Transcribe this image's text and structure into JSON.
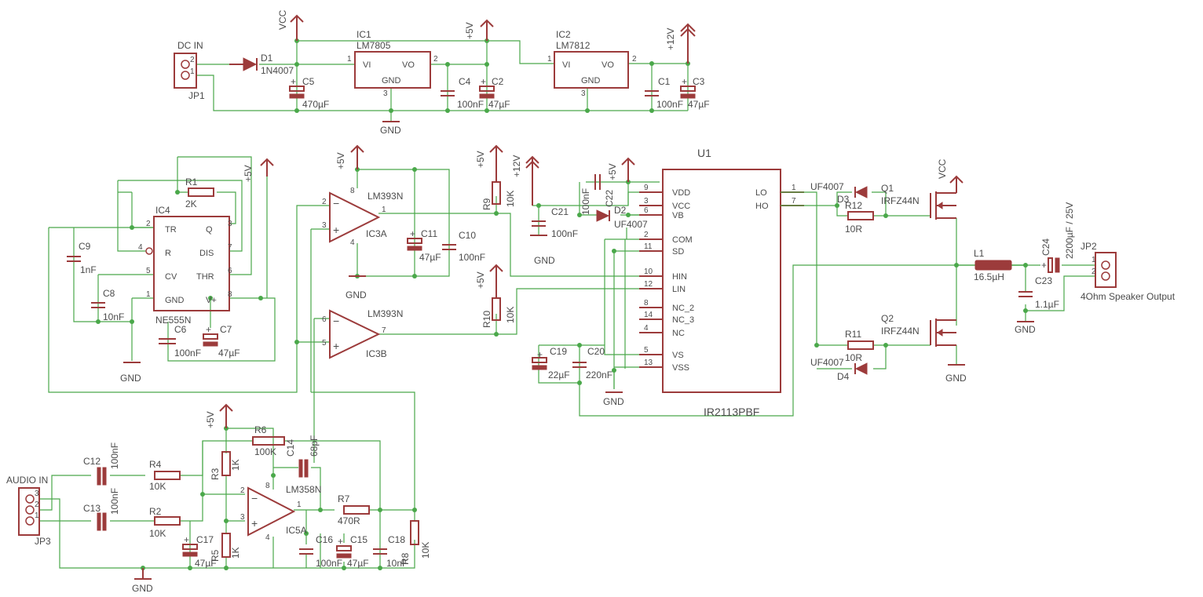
{
  "supply": {
    "dc_in": "DC IN",
    "jp1": "JP1",
    "d1": "D1",
    "d1_val": "1N4007",
    "ic1": "IC1",
    "ic1_val": "LM7805",
    "ic2": "IC2",
    "ic2_val": "LM7812",
    "vi": "VI",
    "vo": "VO",
    "gnd_pin": "GND",
    "c5": "C5",
    "c5_val": "470µF",
    "c4": "C4",
    "c4_val": "100nF",
    "c2": "C2",
    "c2_val": "47µF",
    "c1": "C1",
    "c1_val": "100nF",
    "c3": "C3",
    "c3_val": "47µF",
    "vcc": "VCC",
    "p5v": "+5V",
    "p12v": "+12V",
    "gnd": "GND"
  },
  "timer": {
    "ic4": "IC4",
    "ic4_val": "NE555N",
    "r1": "R1",
    "r1_val": "2K",
    "tr": "TR",
    "q": "Q",
    "r": "R",
    "dis": "DIS",
    "cv": "CV",
    "thr": "THR",
    "gnd_pin": "GND",
    "vplus": "V+",
    "c9": "C9",
    "c9_val": "1nF",
    "c8": "C8",
    "c8_val": "10nF",
    "c6": "C6",
    "c6_val": "100nF",
    "c7": "C7",
    "c7_val": "47µF"
  },
  "comparator": {
    "ic3a_part": "LM393N",
    "ic3a": "IC3A",
    "ic3b_part": "LM393N",
    "ic3b": "IC3B",
    "c11": "C11",
    "c11_val": "47µF",
    "c10": "C10",
    "c10_val": "100nF",
    "r9": "R9",
    "r9_val": "10K",
    "r10": "R10",
    "r10_val": "10K"
  },
  "driver": {
    "u1": "U1",
    "u1_val": "IR2113PBF",
    "pins_left": [
      {
        "num": "9",
        "name": "VDD"
      },
      {
        "num": "3",
        "name": "VCC"
      },
      {
        "num": "6",
        "name": "VB"
      },
      {
        "num": "2",
        "name": "COM"
      },
      {
        "num": "11",
        "name": "SD"
      },
      {
        "num": "10",
        "name": "HIN"
      },
      {
        "num": "12",
        "name": "LIN"
      },
      {
        "num": "8",
        "name": "NC_2"
      },
      {
        "num": "14",
        "name": "NC_3"
      },
      {
        "num": "4",
        "name": "NC"
      },
      {
        "num": "5",
        "name": "VS"
      },
      {
        "num": "13",
        "name": "VSS"
      }
    ],
    "pins_right": [
      {
        "num": "1",
        "name": "LO"
      },
      {
        "num": "7",
        "name": "HO"
      }
    ],
    "c21": "C21",
    "c21_val": "100nF",
    "c22": "C22",
    "c22_val": "100nF",
    "d2": "D2",
    "d2_val": "UF4007",
    "c19": "C19",
    "c19_val": "22µF",
    "c20": "C20",
    "c20_val": "220nF"
  },
  "output": {
    "d3": "D3",
    "d3_val": "UF4007",
    "d4": "D4",
    "d4_val": "UF4007",
    "r12": "R12",
    "r12_val": "10R",
    "r11": "R11",
    "r11_val": "10R",
    "q1": "Q1",
    "q1_val": "IRFZ44N",
    "q2": "Q2",
    "q2_val": "IRFZ44N",
    "l1": "L1",
    "l1_val": "16.5µH",
    "c24": "C24",
    "c24_val": "2200µF / 25V",
    "c23": "C23",
    "c23_val": "1.1µF",
    "jp2": "JP2",
    "jp2_label": "4Ohm Speaker Output"
  },
  "input": {
    "audio_in": "AUDIO IN",
    "jp3": "JP3",
    "c12": "C12",
    "c12_val": "100nF",
    "c13": "C13",
    "c13_val": "100nF",
    "r4": "R4",
    "r4_val": "10K",
    "r2": "R2",
    "r2_val": "10K",
    "r3": "R3",
    "r3_val": "1K",
    "r5": "R5",
    "r5_val": "1K",
    "r6": "R6",
    "r6_val": "100K",
    "c14": "C14",
    "c14_val": "68pF",
    "ic5_part": "LM358N",
    "ic5": "IC5A",
    "r7": "R7",
    "r7_val": "470R",
    "r8": "R8",
    "r8_val": "10K",
    "c17": "C17",
    "c17_val": "47µF",
    "c16": "C16",
    "c16_val": "100nF",
    "c15": "C15",
    "c15_val": "47µF",
    "c18": "C18",
    "c18_val": "10nF"
  },
  "pin_numbers": [
    "1",
    "2",
    "3",
    "4",
    "5",
    "6",
    "7",
    "8"
  ],
  "colors": {
    "symbol": "#9c3b3b",
    "net": "#4aa84a",
    "text": "#4b4b4b",
    "background": "#ffffff"
  }
}
